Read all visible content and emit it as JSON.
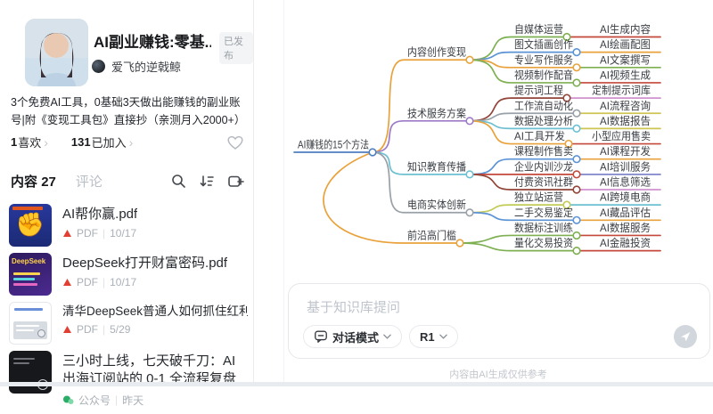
{
  "panel": {
    "title": "AI副业赚钱:零基...",
    "badge": "已发布",
    "author": "爱飞的逆戟鲸",
    "description": "3个免费AI工具，0基础3天做出能赚钱的副业账号|附《变现工具包》直接抄（亲测月入2000+）",
    "stats": {
      "likes_num": "1",
      "likes_label": "喜欢",
      "joined_num": "131",
      "joined_label": "已加入",
      "chevron": "›"
    },
    "tabs": {
      "content_label": "内容",
      "content_count": "27",
      "comments_label": "评论"
    },
    "meta_sep": "|",
    "files": [
      {
        "title": "AI帮你赢.pdf",
        "type": "PDF",
        "date": "10/17"
      },
      {
        "title": "DeepSeek打开财富密码.pdf",
        "type": "PDF",
        "date": "10/17"
      },
      {
        "title": "清华DeepSeek普通人如何抓住红利.pdf",
        "type": "PDF",
        "date": "5/29"
      },
      {
        "title": "三小时上线，七天破千刀：AI 出海订阅站的 0-1 全流程复盘",
        "type": "公众号",
        "date": "昨天"
      }
    ],
    "thumb_texts": {
      "deepseek": "DeepSeek",
      "fist": "✊"
    }
  },
  "icons": {
    "search": "magnifier",
    "sort": "sort-descending",
    "import": "box-plus",
    "like": "heart-outline",
    "mode": "chat-bubble",
    "chevron": "chevron-down",
    "send": "paper-plane",
    "pdf": "red-triangle",
    "gzh": "wechat-bubbles"
  },
  "mindmap": {
    "root": {
      "label": "AI赚钱的15个方法",
      "color": "root"
    },
    "palette": {
      "root": "#4e7fc1",
      "orange": "#e9a23b",
      "green": "#7eb052",
      "blue": "#5b93d6",
      "red": "#c4483c",
      "purple": "#9c7ac7",
      "cyan": "#6cc0d1",
      "maroon": "#924439",
      "gray": "#99a0a7",
      "olive": "#cdc452",
      "orchid": "#d092ce",
      "yellowgreen": "#c2cb55",
      "periwinkle": "#8187ca"
    },
    "branches": [
      {
        "label": "内容创作变现",
        "color": "orange",
        "children": [
          {
            "label": "自媒体运营",
            "color": "green",
            "leaf": {
              "label": "AI生成内容",
              "color": "red"
            }
          },
          {
            "label": "图文插画创作",
            "color": "blue",
            "leaf": {
              "label": "AI绘画配图",
              "color": "orange"
            }
          },
          {
            "label": "专业写作服务",
            "color": "orange",
            "leaf": {
              "label": "AI文案撰写",
              "color": "green"
            }
          },
          {
            "label": "视频制作配音",
            "color": "green",
            "leaf": {
              "label": "AI视频生成",
              "color": "red"
            }
          }
        ]
      },
      {
        "label": "技术服务方案",
        "color": "purple",
        "children": [
          {
            "label": "提示词工程",
            "color": "maroon",
            "leaf": {
              "label": "定制提示词库",
              "color": "orchid"
            }
          },
          {
            "label": "工作流自动化",
            "color": "gray",
            "leaf": {
              "label": "AI流程咨询",
              "color": "olive"
            }
          },
          {
            "label": "数据处理分析",
            "color": "cyan",
            "leaf": {
              "label": "AI数据报告",
              "color": "olive"
            }
          },
          {
            "label": "AI工具开发",
            "color": "orange",
            "leaf": {
              "label": "小型应用售卖",
              "color": "red"
            }
          }
        ]
      },
      {
        "label": "知识教育传播",
        "color": "cyan",
        "children": [
          {
            "label": "课程制作售卖",
            "color": "blue",
            "leaf": {
              "label": "AI课程开发",
              "color": "orange"
            }
          },
          {
            "label": "企业内训沙龙",
            "color": "red",
            "leaf": {
              "label": "AI培训服务",
              "color": "periwinkle"
            }
          },
          {
            "label": "付费资讯社群",
            "color": "maroon",
            "leaf": {
              "label": "AI信息筛选",
              "color": "orchid"
            }
          }
        ]
      },
      {
        "label": "电商实体创新",
        "color": "gray",
        "children": [
          {
            "label": "独立站运营",
            "color": "yellowgreen",
            "leaf": {
              "label": "AI跨境电商",
              "color": "cyan"
            }
          },
          {
            "label": "二手交易鉴定",
            "color": "blue",
            "leaf": {
              "label": "AI藏品评估",
              "color": "orange"
            }
          }
        ]
      },
      {
        "label": "前沿高门槛",
        "color": "orange",
        "children": [
          {
            "label": "数据标注训练",
            "color": "green",
            "leaf": {
              "label": "AI数据服务",
              "color": "red"
            }
          },
          {
            "label": "量化交易投资",
            "color": "green",
            "leaf": {
              "label": "AI金融投资",
              "color": "red"
            }
          }
        ]
      }
    ]
  },
  "composer": {
    "placeholder": "基于知识库提问",
    "mode_label": "对话模式",
    "model_label": "R1",
    "disclaimer": "内容由AI生成仅供参考"
  }
}
